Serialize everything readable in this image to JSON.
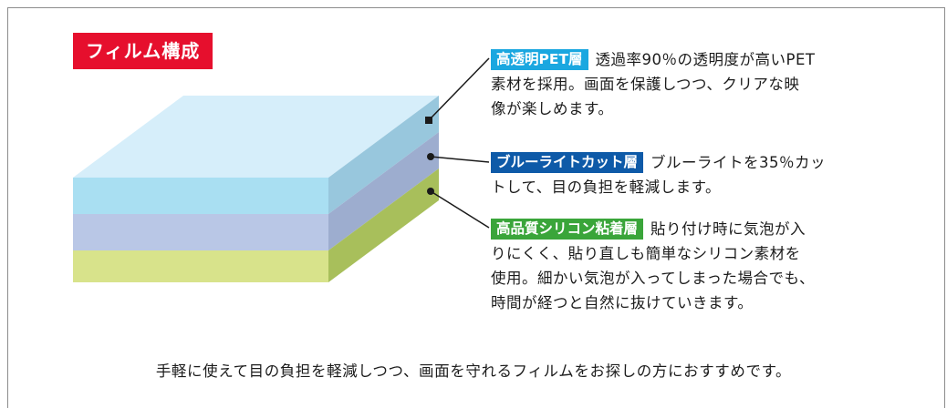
{
  "title": "フィルム構成",
  "layers": [
    {
      "name": "高透明PET層",
      "description_lines": [
        "透過率90％の透明度が高いPET",
        "素材を採用。画面を保護しつつ、クリアな映",
        "像が楽しめます。"
      ],
      "badge_color": "#1aa7e0",
      "front_color": "#a9dff2",
      "side_color": "#98c7dd",
      "top_color": "#d6eefa"
    },
    {
      "name": "ブルーライトカット層",
      "description_lines": [
        "ブルーライトを35％カッ",
        "トして、目の負担を軽減します。"
      ],
      "badge_color": "#0e5aa8",
      "front_color": "#b9c7e6",
      "side_color": "#9dadcf"
    },
    {
      "name": "高品質シリコン粘着層",
      "description_lines": [
        "貼り付け時に気泡が入",
        "りにくく、貼り直しも簡単なシリコン素材を",
        "使用。細かい気泡が入ってしまった場合でも、",
        "時間が経つと自然に抜けていきます。"
      ],
      "badge_color": "#3aa53a",
      "front_color": "#d8e38b",
      "side_color": "#a8bf5b"
    }
  ],
  "footer": "手軽に使えて目の負担を軽減しつつ、画面を守れるフィルムをお探しの方におすすめです。",
  "colors": {
    "title_bg": "#e60f2d",
    "frame": "#8c8c8c",
    "leader_line": "#1a1a1a"
  }
}
